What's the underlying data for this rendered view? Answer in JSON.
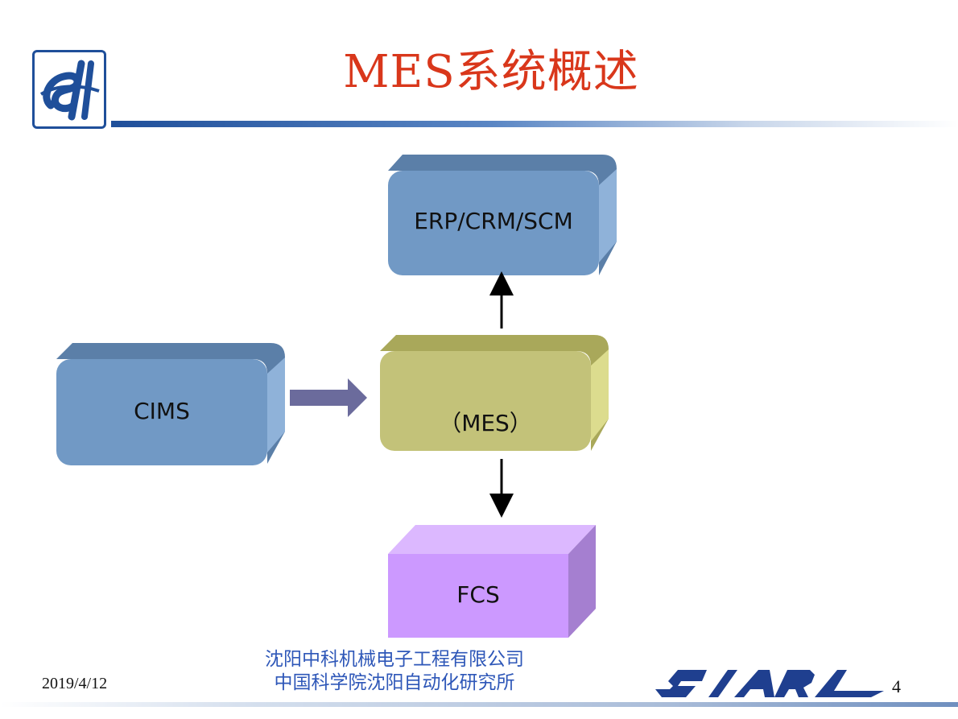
{
  "slide": {
    "title": "MES系统概述",
    "boxes": {
      "erp": "ERP/CRM/SCM",
      "cims": "CIMS",
      "mes": "（MES）",
      "fcs": "FCS"
    },
    "footer": {
      "date": "2019/4/12",
      "org_line1": "沈阳中科机械电子工程有限公司",
      "org_line2": "中国科学院沈阳自动化研究所",
      "brand_logo_text": "SIARL",
      "page_number": "4"
    }
  },
  "colors": {
    "title": "#d9371b",
    "blue_box": "#6f9ac8",
    "olive_box": "#c3c279",
    "purple_box": "#cc99ff",
    "footer_text": "#2e57b8",
    "brand": "#1f3f8f"
  },
  "icons": {
    "logo": "institute-logo-icon",
    "brand": "siarl-logo-icon"
  }
}
